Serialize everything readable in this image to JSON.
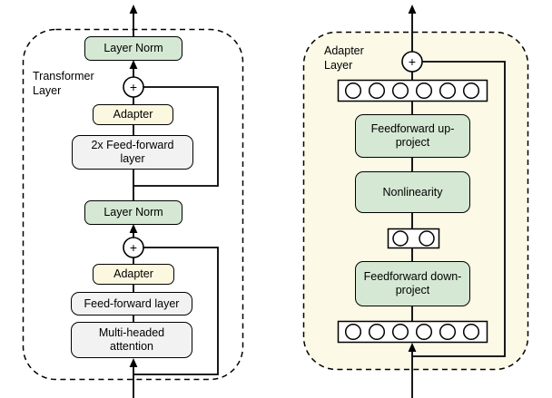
{
  "colors": {
    "background": "#ffffff",
    "box_green": "#d5e8d4",
    "box_cream": "#fcf8e0",
    "box_gray": "#f2f2f2",
    "panel_cream": "#fcf9e6",
    "stroke": "#000000"
  },
  "left_panel": {
    "label": "Transformer\nLayer",
    "layer_norm_top": "Layer Norm",
    "plus": "+",
    "adapter_top": "Adapter",
    "feedforward_2x": "2x Feed-forward layer",
    "layer_norm_bottom": "Layer Norm",
    "adapter_bottom": "Adapter",
    "feedforward": "Feed-forward layer",
    "attention": "Multi-headed attention"
  },
  "right_panel": {
    "label": "Adapter\nLayer",
    "plus": "+",
    "up_project": "Feedforward up-project",
    "nonlinearity": "Nonlinearity",
    "down_project": "Feedforward down-project"
  }
}
